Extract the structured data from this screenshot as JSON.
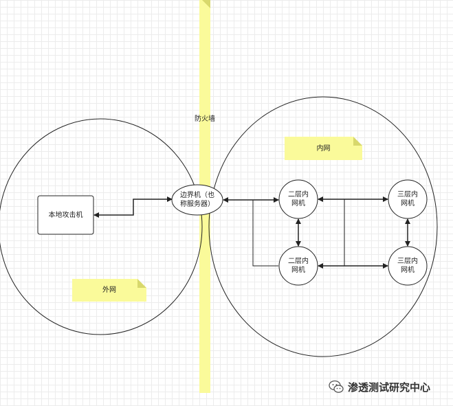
{
  "labels": {
    "firewall": "防火墙",
    "outer_net": "外网",
    "inner_net": "内网",
    "attacker": "本地攻击机",
    "boundary": "边界机（也\n称服务器）",
    "layer2_top": "二层内\n网机",
    "layer2_bottom": "二层内\n网机",
    "layer3_top": "三层内\n网机",
    "layer3_bottom": "三层内\n网机"
  },
  "watermark": {
    "text": "渗透测试研究中心",
    "icon": "wechat-icon"
  },
  "colors": {
    "firewall": "#fafa9a",
    "note": "#fafa9a",
    "note_fold": "#d8d86c",
    "stroke": "#222222"
  }
}
